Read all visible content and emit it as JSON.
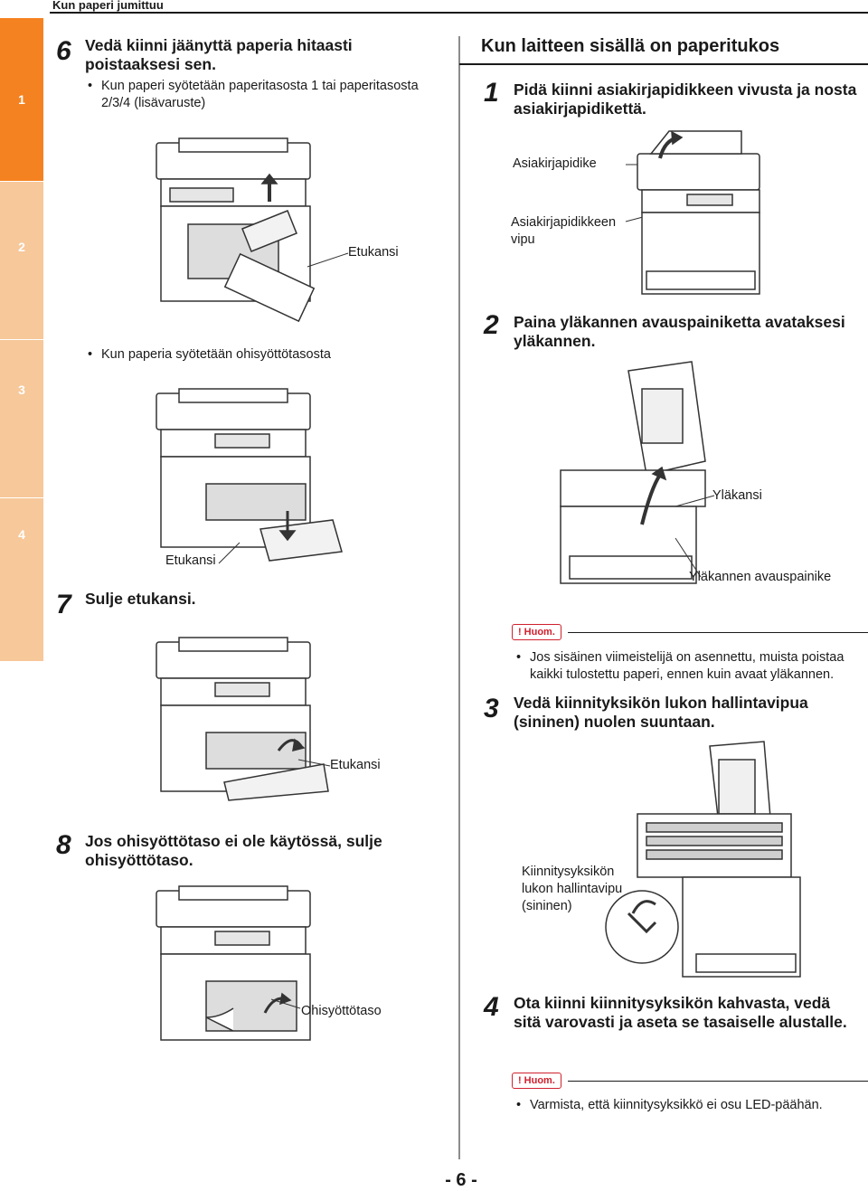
{
  "header": {
    "title": "Kun paperi jumittuu"
  },
  "side_tabs": [
    {
      "label": "1",
      "active": true
    },
    {
      "label": "2",
      "active": false
    },
    {
      "label": "3",
      "active": false
    },
    {
      "label": "4",
      "active": false
    }
  ],
  "left": {
    "step6": {
      "number": "6",
      "text": "Vedä kiinni jäänyttä paperia hitaasti poistaaksesi sen.",
      "bullet1": "Kun paperi syötetään paperitasosta 1 tai paperitasosta 2/3/4 (lisävaruste)",
      "label1": "Etukansi",
      "bullet2": "Kun paperia syötetään ohisyöttötasosta",
      "label2": "Etukansi"
    },
    "step7": {
      "number": "7",
      "text": "Sulje etukansi.",
      "label": "Etukansi"
    },
    "step8": {
      "number": "8",
      "text": "Jos ohisyöttötaso ei ole käytössä, sulje ohisyöttötaso.",
      "label": "Ohisyöttötaso"
    }
  },
  "right": {
    "heading": "Kun laitteen sisällä on paperitukos",
    "step1": {
      "number": "1",
      "text": "Pidä kiinni asiakirjapidikkeen vivusta ja nosta asiakirjapidikettä.",
      "label1": "Asiakirjapidike",
      "label2": "Asiakirjapidikkeen vipu"
    },
    "step2": {
      "number": "2",
      "text": "Paina yläkannen avauspainiketta avataksesi yläkannen.",
      "label1": "Yläkansi",
      "label2": "Yläkannen avauspainike"
    },
    "note1": {
      "badge": "Huom.",
      "mark": "!",
      "text": "Jos sisäinen viimeistelijä on asennettu, muista poistaa kaikki tulostettu paperi, ennen kuin avaat yläkannen."
    },
    "step3": {
      "number": "3",
      "text": "Vedä kiinnityksikön lukon hallintavipua (sininen) nuolen suuntaan.",
      "label": "Kiinnitysyksikön lukon hallintavipu (sininen)"
    },
    "step4": {
      "number": "4",
      "text": "Ota kiinni kiinnitysyksikön kahvasta, vedä sitä varovasti ja aseta se tasaiselle alustalle."
    },
    "note2": {
      "badge": "Huom.",
      "mark": "!",
      "text": "Varmista, että kiinnitysyksikkö ei osu LED-päähän."
    }
  },
  "footer": {
    "page_number": "- 6 -"
  }
}
